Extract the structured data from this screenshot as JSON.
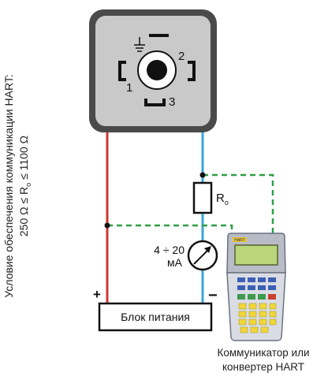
{
  "side_note": {
    "line1": "Условие обеспечения коммуникации HART:",
    "line2_prefix": "250 Ω ≤ R",
    "line2_sub": "о",
    "line2_suffix": " ≤ 1100 Ω"
  },
  "connector": {
    "pin1": "1",
    "pin2": "2",
    "pin3": "3"
  },
  "resistor": {
    "label": "R",
    "label_sub": "о"
  },
  "ammeter": {
    "range": "4 ÷ 20",
    "unit": "мА"
  },
  "power_supply": {
    "label": "Блок питания",
    "plus": "+",
    "minus": "−"
  },
  "communicator": {
    "screen_brand": "HART",
    "caption_line1": "Коммуникатор или",
    "caption_line2": "конвертер HART"
  },
  "colors": {
    "wire_red": "#d2372d",
    "wire_blue": "#3aa6d8",
    "wire_dashed_green": "#2e9e44",
    "connector_body": "#c9c9c9",
    "connector_border": "#4a4a4a"
  }
}
